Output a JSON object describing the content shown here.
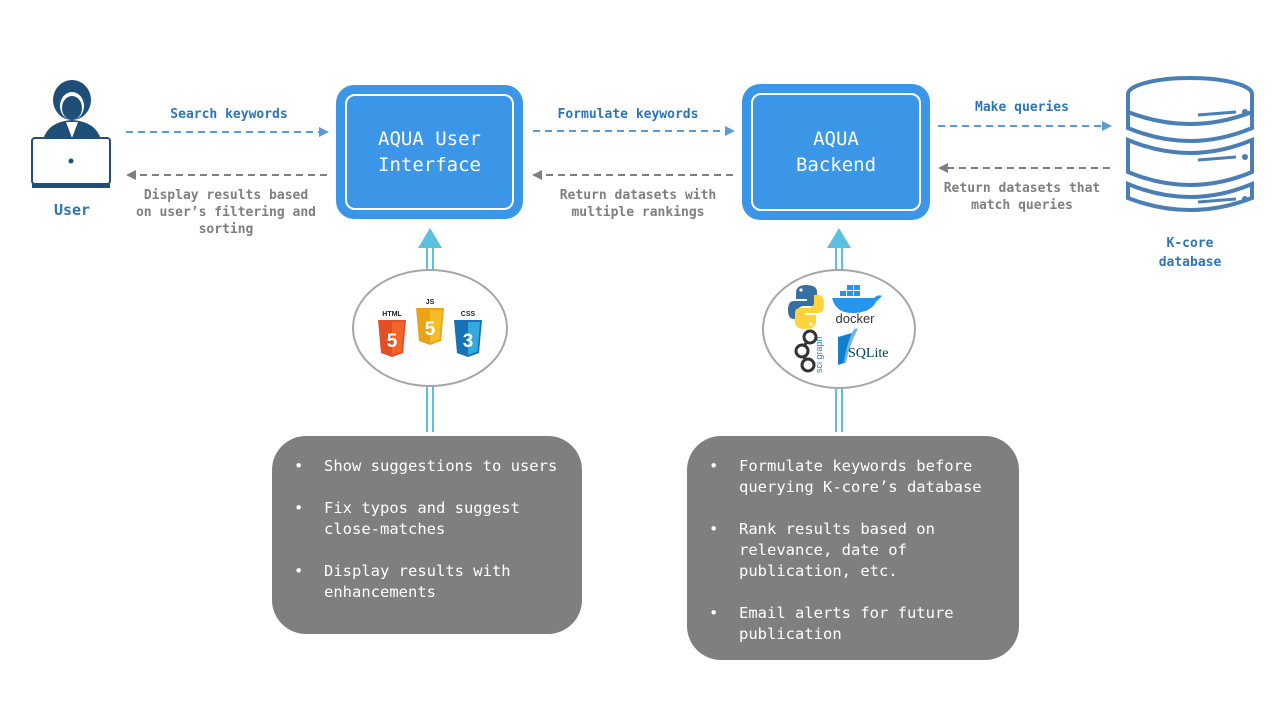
{
  "actors": {
    "user": {
      "label": "User",
      "icon": "user-laptop-icon"
    },
    "database": {
      "label": "K-core\ndatabase",
      "icon": "database-icon"
    }
  },
  "boxes": {
    "ui": {
      "label": "AQUA User\nInterface"
    },
    "backend": {
      "label": "AQUA\nBackend"
    }
  },
  "arrows": {
    "search_keywords": "Search keywords",
    "display_results": "Display results based\non user’s filtering and\nsorting",
    "formulate_keywords": "Formulate keywords",
    "return_rankings": "Return datasets with\nmultiple rankings",
    "make_queries": "Make queries",
    "return_match": "Return datasets that\nmatch queries"
  },
  "tech": {
    "frontend": {
      "html": "HTML",
      "js": "JS",
      "css": "CSS",
      "html_num": "5",
      "js_num": "5",
      "css_num": "3"
    },
    "backend": {
      "docker": "docker",
      "sqlite": "SQLite",
      "scigraph": "sci graph"
    }
  },
  "panels": {
    "ui_features": [
      "Show suggestions to users",
      "Fix typos and suggest\nclose-matches",
      "Display results with\nenhancements"
    ],
    "backend_features": [
      "Formulate keywords before\nquerying K-core’s database",
      "Rank results based on\nrelevance, date of\npublication, etc.",
      "Email alerts for future\npublication"
    ],
    "bullet": "•"
  },
  "colors": {
    "box_blue": "#3c96e8",
    "arrow_blue": "#5b9bd5",
    "arrow_grey": "#7f7f7f",
    "connector_cyan": "#5bc0de",
    "panel_grey": "#7f7f7f",
    "label_blue": "#2e75b6",
    "label_grey": "#7f7f7f"
  }
}
